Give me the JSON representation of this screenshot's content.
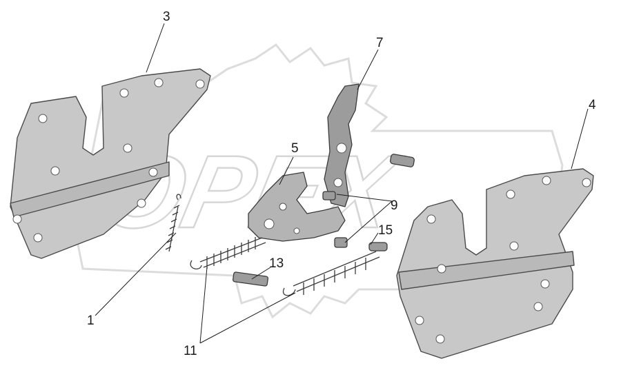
{
  "watermark": {
    "text": "OPEX",
    "icon": "gear-logo"
  },
  "callouts": [
    {
      "id": "callout-1",
      "label": "1"
    },
    {
      "id": "callout-3",
      "label": "3"
    },
    {
      "id": "callout-4",
      "label": "4"
    },
    {
      "id": "callout-5",
      "label": "5"
    },
    {
      "id": "callout-7",
      "label": "7"
    },
    {
      "id": "callout-9",
      "label": "9"
    },
    {
      "id": "callout-11",
      "label": "11"
    },
    {
      "id": "callout-13",
      "label": "13"
    },
    {
      "id": "callout-15",
      "label": "15"
    }
  ],
  "colors": {
    "plate": "#c8c8c8",
    "part": "#9c9c9c",
    "watermark": "#d6d6d6",
    "ink": "#1a1a1a"
  }
}
